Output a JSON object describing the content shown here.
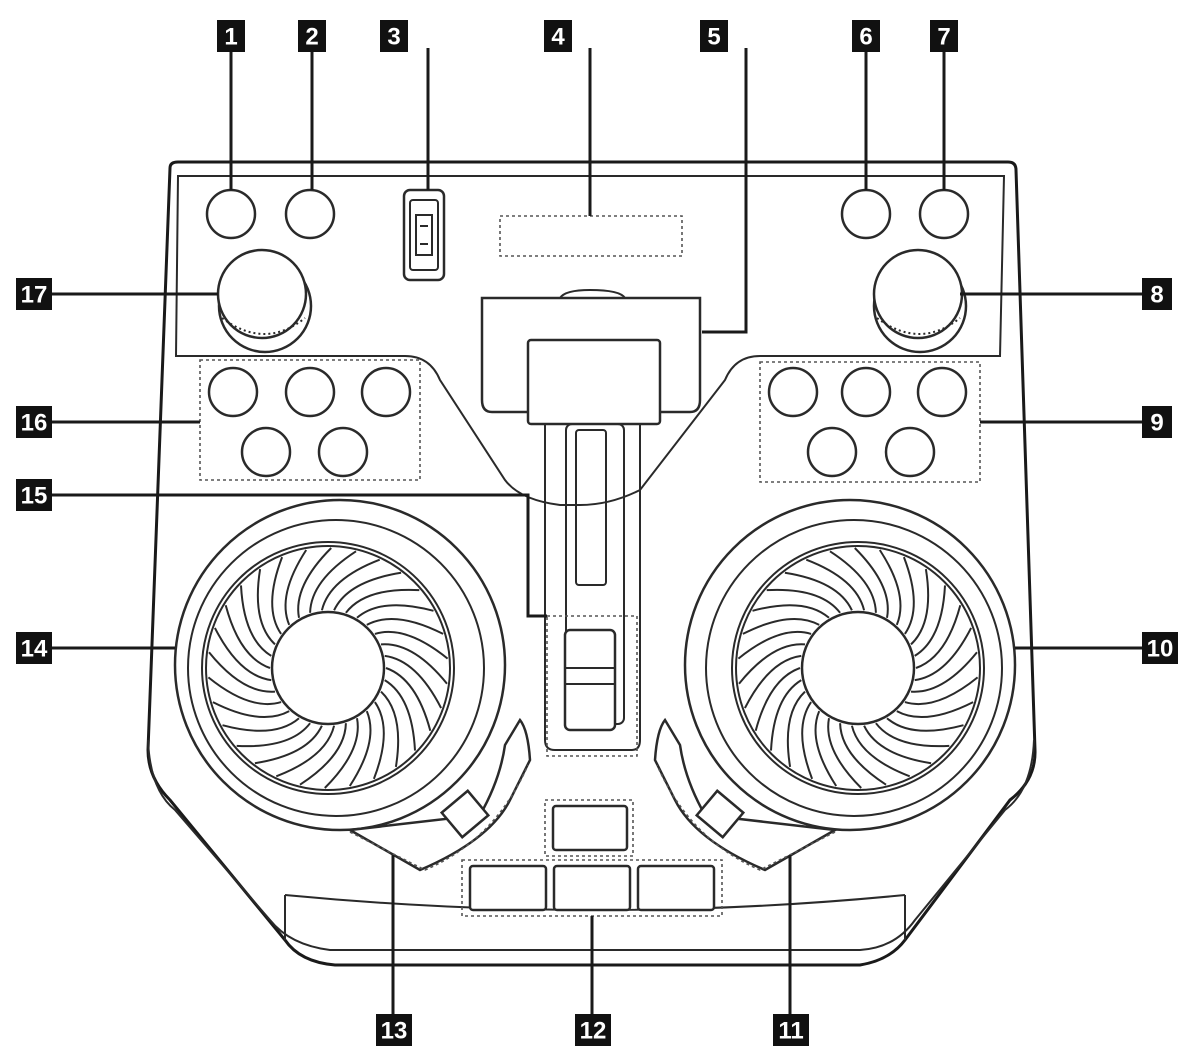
{
  "callouts": [
    {
      "id": "1",
      "label": "1"
    },
    {
      "id": "2",
      "label": "2"
    },
    {
      "id": "3",
      "label": "3"
    },
    {
      "id": "4",
      "label": "4"
    },
    {
      "id": "5",
      "label": "5"
    },
    {
      "id": "6",
      "label": "6"
    },
    {
      "id": "7",
      "label": "7"
    },
    {
      "id": "8",
      "label": "8"
    },
    {
      "id": "9",
      "label": "9"
    },
    {
      "id": "10",
      "label": "10"
    },
    {
      "id": "11",
      "label": "11"
    },
    {
      "id": "12",
      "label": "12"
    },
    {
      "id": "13",
      "label": "13"
    },
    {
      "id": "14",
      "label": "14"
    },
    {
      "id": "15",
      "label": "15"
    },
    {
      "id": "16",
      "label": "16"
    },
    {
      "id": "17",
      "label": "17"
    }
  ],
  "colors": {
    "line": "#1a1a1a",
    "label_bg": "#111111",
    "label_text": "#ffffff",
    "body": "#ffffff"
  }
}
